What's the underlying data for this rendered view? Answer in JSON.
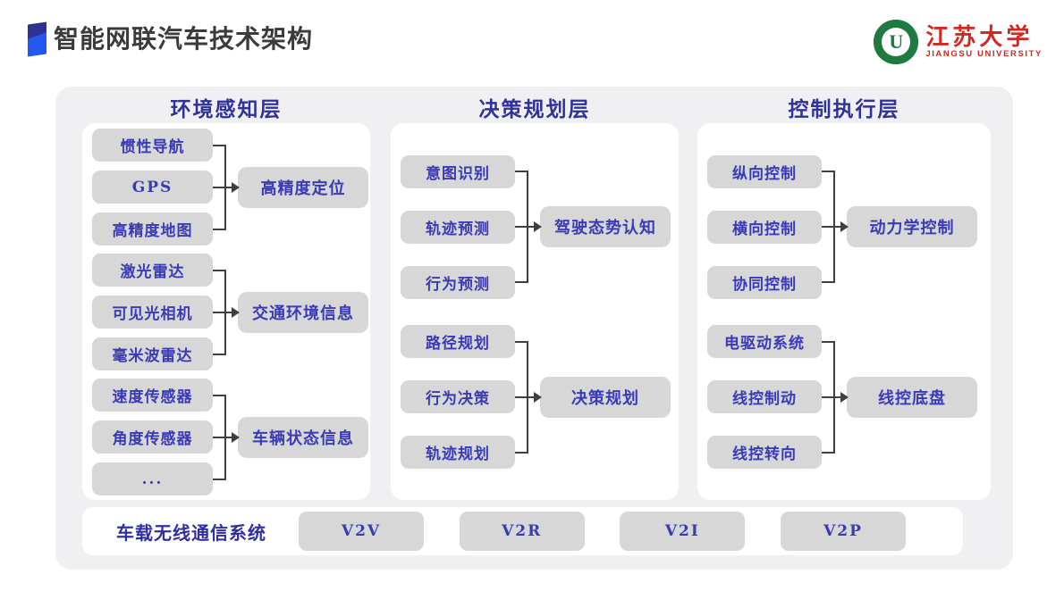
{
  "header": {
    "title": "智能网联汽车技术架构",
    "logo": {
      "emblem_letter": "U",
      "cn": "江苏大学",
      "en": "JIANGSU UNIVERSITY"
    }
  },
  "colors": {
    "board_bg": "#f0f0f2",
    "panel_bg": "#ffffff",
    "box_gray": "#d7d7d7",
    "box_text_blue": "#3a3ab8",
    "header_navy": "#31319e",
    "connector_line": "#3f3f3f",
    "title_marker_navy": "#2e3192",
    "title_marker_blue": "#2456f0",
    "logo_green": "#1f7a40",
    "logo_red": "#d4271f"
  },
  "columns": [
    {
      "header": "环境感知层",
      "groups": [
        {
          "inputs": [
            "惯性导航",
            "GPS",
            "高精度地图"
          ],
          "output": "高精度定位"
        },
        {
          "inputs": [
            "激光雷达",
            "可见光相机",
            "毫米波雷达"
          ],
          "output": "交通环境信息"
        },
        {
          "inputs": [
            "速度传感器",
            "角度传感器",
            "..."
          ],
          "output": "车辆状态信息"
        }
      ]
    },
    {
      "header": "决策规划层",
      "groups": [
        {
          "inputs": [
            "意图识别",
            "轨迹预测",
            "行为预测"
          ],
          "output": "驾驶态势认知"
        },
        {
          "inputs": [
            "路径规划",
            "行为决策",
            "轨迹规划"
          ],
          "output": "决策规划"
        }
      ]
    },
    {
      "header": "控制执行层",
      "groups": [
        {
          "inputs": [
            "纵向控制",
            "横向控制",
            "协同控制"
          ],
          "output": "动力学控制"
        },
        {
          "inputs": [
            "电驱动系统",
            "线控制动",
            "线控转向"
          ],
          "output": "线控底盘"
        }
      ]
    }
  ],
  "comm_bar": {
    "label": "车载无线通信系统",
    "items": [
      "V2V",
      "V2R",
      "V2I",
      "V2P"
    ]
  }
}
